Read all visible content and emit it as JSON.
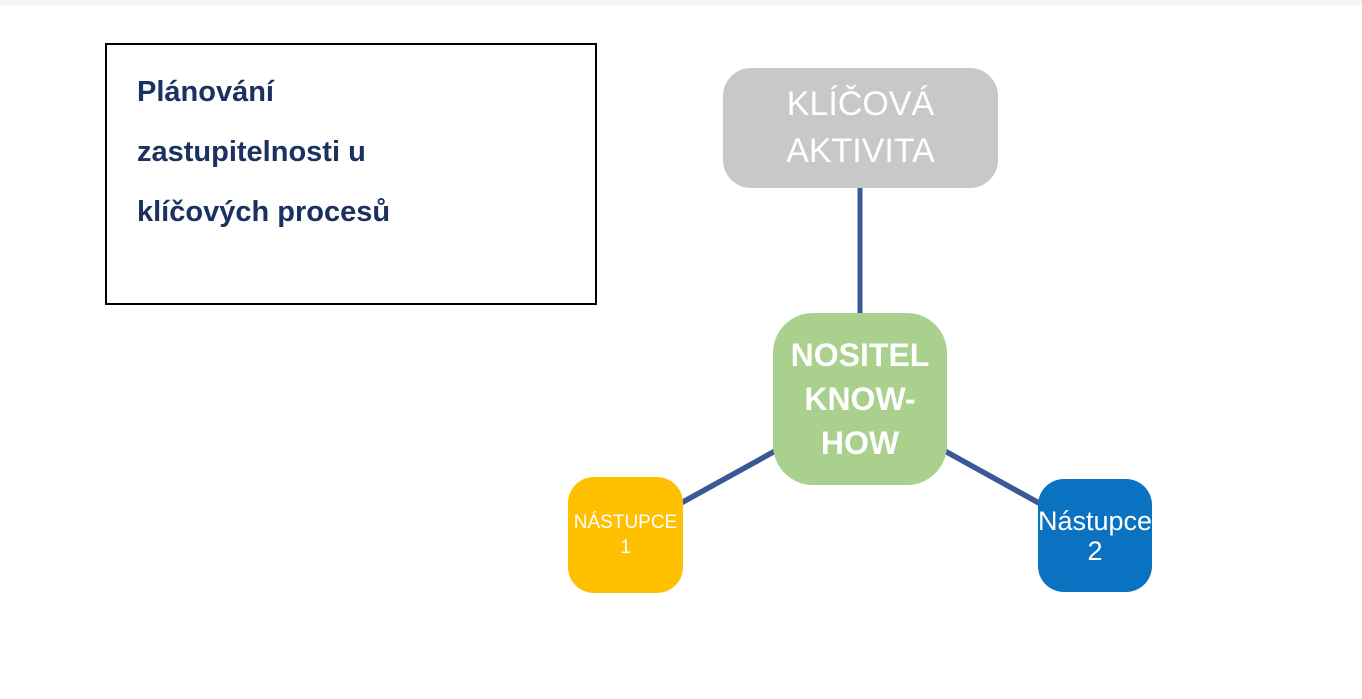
{
  "page": {
    "background_color": "#ffffff",
    "top_strip_color": "#f4f4f6"
  },
  "title_box": {
    "full_text": "Plánování zastupitelnosti u klíčových procesů",
    "lines": [
      "Plánování",
      "zastupitelnosti u",
      "klíčových procesů"
    ],
    "text_color": "#1b3160",
    "border_color": "#000000"
  },
  "diagram": {
    "connector_color": "#3a5796",
    "nodes": {
      "key_activity": {
        "full_text": "KLÍČOVÁ AKTIVITA",
        "lines": [
          "KLÍČOVÁ",
          "AKTIVITA"
        ],
        "color": "#c8c8c8",
        "text_color": "#ffffff"
      },
      "knowhow_carrier": {
        "full_text": "NOSITEL KNOW-HOW",
        "lines": [
          "NOSITEL",
          "KNOW-",
          "HOW"
        ],
        "color": "#a9d08d",
        "text_color": "#ffffff"
      },
      "successor_1": {
        "full_text": "NÁSTUPCE 1",
        "lines": [
          "NÁSTUPCE",
          "1"
        ],
        "color": "#ffc000",
        "text_color": "#ffffff"
      },
      "successor_2": {
        "full_text": "Nástupce 2",
        "lines": [
          "Nástupce",
          "2"
        ],
        "color": "#0a72c1",
        "text_color": "#ffffff"
      }
    }
  }
}
